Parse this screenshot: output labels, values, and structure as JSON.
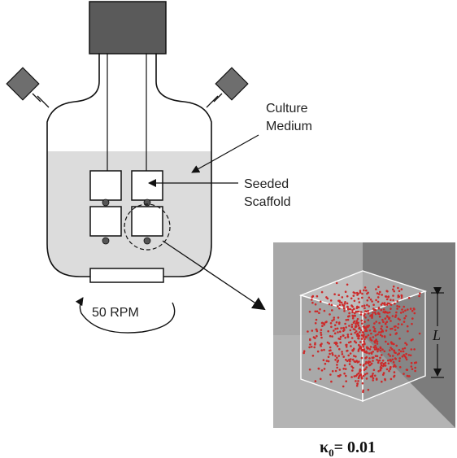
{
  "labels": {
    "culture_line1": "Culture",
    "culture_line2": "Medium",
    "seeded_line1": "Seeded",
    "seeded_line2": "Scaffold",
    "rpm": "50 RPM",
    "length_symbol": "L",
    "kappa_symbol": "κ",
    "kappa_subscript": "0",
    "kappa_value": "= 0.01"
  },
  "colors": {
    "medium": "#dcdcdc",
    "motor_box": "#5a5a5a",
    "ports": "#6e6e6e",
    "cells": "#cc2a2a",
    "inset_light": "#b4b4b4",
    "inset_mid": "#909090",
    "inset_dark": "#7c7c7c"
  },
  "icons": {
    "rotation": "curved-arrow-icon"
  }
}
